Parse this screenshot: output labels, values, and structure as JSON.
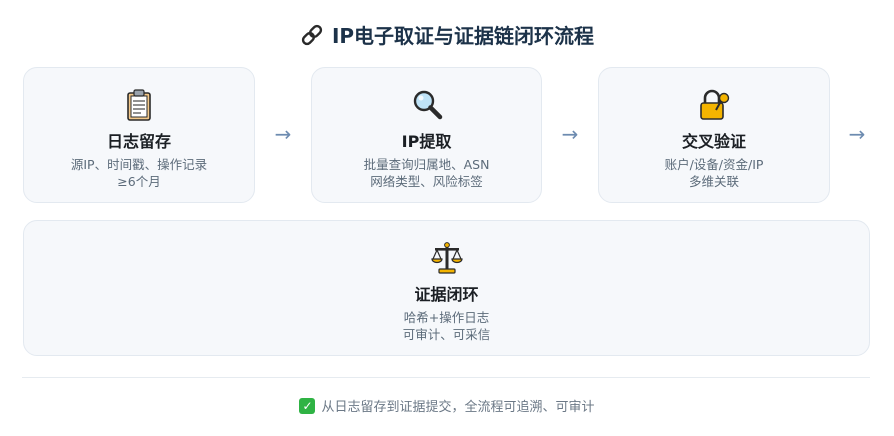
{
  "title": "IP电子取证与证据链闭环流程",
  "title_icon": "link-icon",
  "steps": [
    {
      "name": "日志留存",
      "icon": "clipboard-icon",
      "desc": [
        "源IP、时间戳、操作记录",
        "≥6个月"
      ]
    },
    {
      "name": "IP提取",
      "icon": "magnifier-icon",
      "desc": [
        "批量查询归属地、ASN",
        "网络类型、风险标签"
      ]
    },
    {
      "name": "交叉验证",
      "icon": "lock-key-icon",
      "desc": [
        "账户/设备/资金/IP",
        "多维关联"
      ]
    },
    {
      "name": "证据闭环",
      "icon": "scales-icon",
      "desc": [
        "哈希+操作日志",
        "可审计、可采信"
      ]
    }
  ],
  "arrow_symbol": "→",
  "footer": {
    "icon": "checkbox-icon",
    "text": "从日志留存到证据提交，全流程可追溯、可审计"
  }
}
